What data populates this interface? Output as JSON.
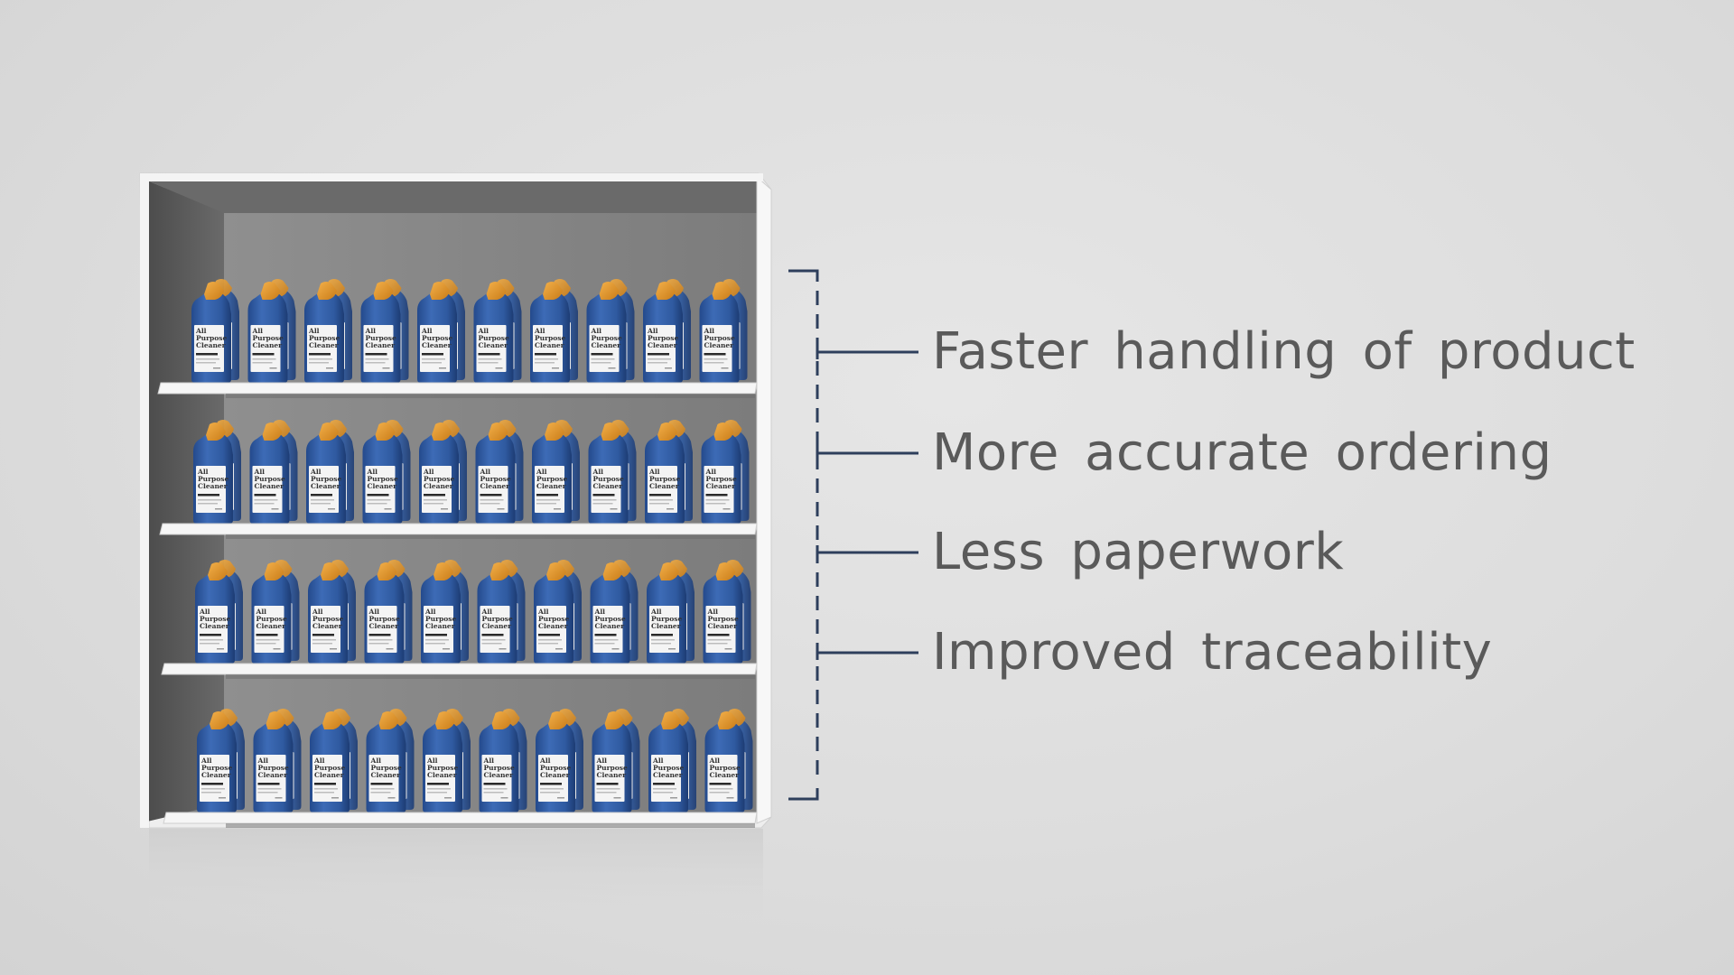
{
  "product": {
    "label_lines": [
      "All",
      "Purpose",
      "Cleaner"
    ],
    "shelf_rows": 4,
    "bottles_per_row": 10
  },
  "benefits": [
    "Faster handling of product",
    "More accurate ordering",
    "Less paperwork",
    "Improved traceability"
  ],
  "colors": {
    "background": "#dddddd",
    "shelf_frame": "#f2f2f2",
    "shelf_back": "#8a8a8a",
    "bottle_body": "#3a66b0",
    "bottle_cap": "#e0962a",
    "label": "#f4f4f4",
    "bracket": "#2e3f5c",
    "text": "#5a5a5a"
  }
}
